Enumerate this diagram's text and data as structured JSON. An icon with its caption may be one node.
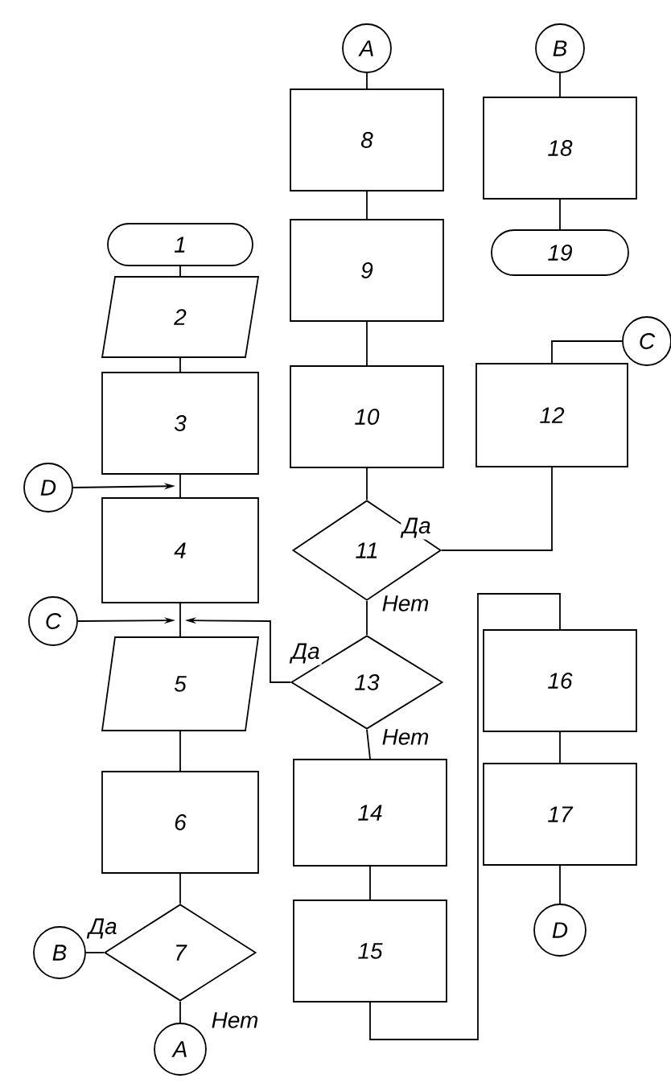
{
  "diagram": {
    "nodes": [
      {
        "text": [
          "1"
        ]
      },
      {
        "text": [
          "2"
        ]
      },
      {
        "text": [
          "3"
        ]
      },
      {
        "text": [
          "D"
        ]
      },
      {
        "text": [
          "4"
        ]
      },
      {
        "text": [
          "C"
        ]
      },
      {
        "text": [
          "5"
        ]
      },
      {
        "text": [
          "6"
        ]
      },
      {
        "text": [
          "7"
        ]
      },
      {
        "text": [
          "B"
        ]
      },
      {
        "text": [
          "A"
        ]
      },
      {
        "text": [
          "A"
        ]
      },
      {
        "text": [
          "8"
        ]
      },
      {
        "text": [
          "9"
        ]
      },
      {
        "text": [
          "10"
        ]
      },
      {
        "text": [
          "11"
        ]
      },
      {
        "text": [
          "13"
        ]
      },
      {
        "text": [
          "14"
        ]
      },
      {
        "text": [
          "15"
        ]
      },
      {
        "text": [
          "B"
        ]
      },
      {
        "text": [
          "18"
        ]
      },
      {
        "text": [
          "19"
        ]
      },
      {
        "text": [
          "12"
        ]
      },
      {
        "text": [
          "C"
        ]
      },
      {
        "text": [
          "16"
        ]
      },
      {
        "text": [
          "17"
        ]
      },
      {
        "text": [
          "D"
        ]
      }
    ],
    "edges": [
      {
        "from": 0,
        "to": 1,
        "arrow": "none"
      },
      {
        "from": 1,
        "to": 2,
        "arrow": "none"
      },
      {
        "from": 2,
        "to": 4,
        "arrow": "none"
      },
      {
        "from": 3,
        "to": 4,
        "arrow": "to"
      },
      {
        "from": 4,
        "to": 6,
        "arrow": "none"
      },
      {
        "from": 5,
        "to": 6,
        "arrow": "to"
      },
      {
        "from": 16,
        "to": 6,
        "arrow": "to",
        "label": "Да"
      },
      {
        "from": 6,
        "to": 7,
        "arrow": "none"
      },
      {
        "from": 7,
        "to": 8,
        "arrow": "none"
      },
      {
        "from": 8,
        "to": 9,
        "arrow": "none",
        "label": "Да"
      },
      {
        "from": 8,
        "to": 10,
        "arrow": "none",
        "label": "Нет"
      },
      {
        "from": 11,
        "to": 12,
        "arrow": "none"
      },
      {
        "from": 12,
        "to": 13,
        "arrow": "none"
      },
      {
        "from": 13,
        "to": 14,
        "arrow": "none"
      },
      {
        "from": 14,
        "to": 15,
        "arrow": "none"
      },
      {
        "from": 15,
        "to": 22,
        "arrow": "none",
        "label": "Да"
      },
      {
        "from": 15,
        "to": 16,
        "arrow": "none",
        "label": "Нет"
      },
      {
        "from": 22,
        "to": 23,
        "arrow": "none"
      },
      {
        "from": 16,
        "to": 17,
        "arrow": "none",
        "label": "Нет"
      },
      {
        "from": 17,
        "to": 18,
        "arrow": "none"
      },
      {
        "from": 18,
        "to": 24,
        "arrow": "none"
      },
      {
        "from": 24,
        "to": 25,
        "arrow": "none"
      },
      {
        "from": 25,
        "to": 26,
        "arrow": "none"
      },
      {
        "from": 19,
        "to": 20,
        "arrow": "none"
      },
      {
        "from": 20,
        "to": 21,
        "arrow": "none"
      }
    ]
  }
}
